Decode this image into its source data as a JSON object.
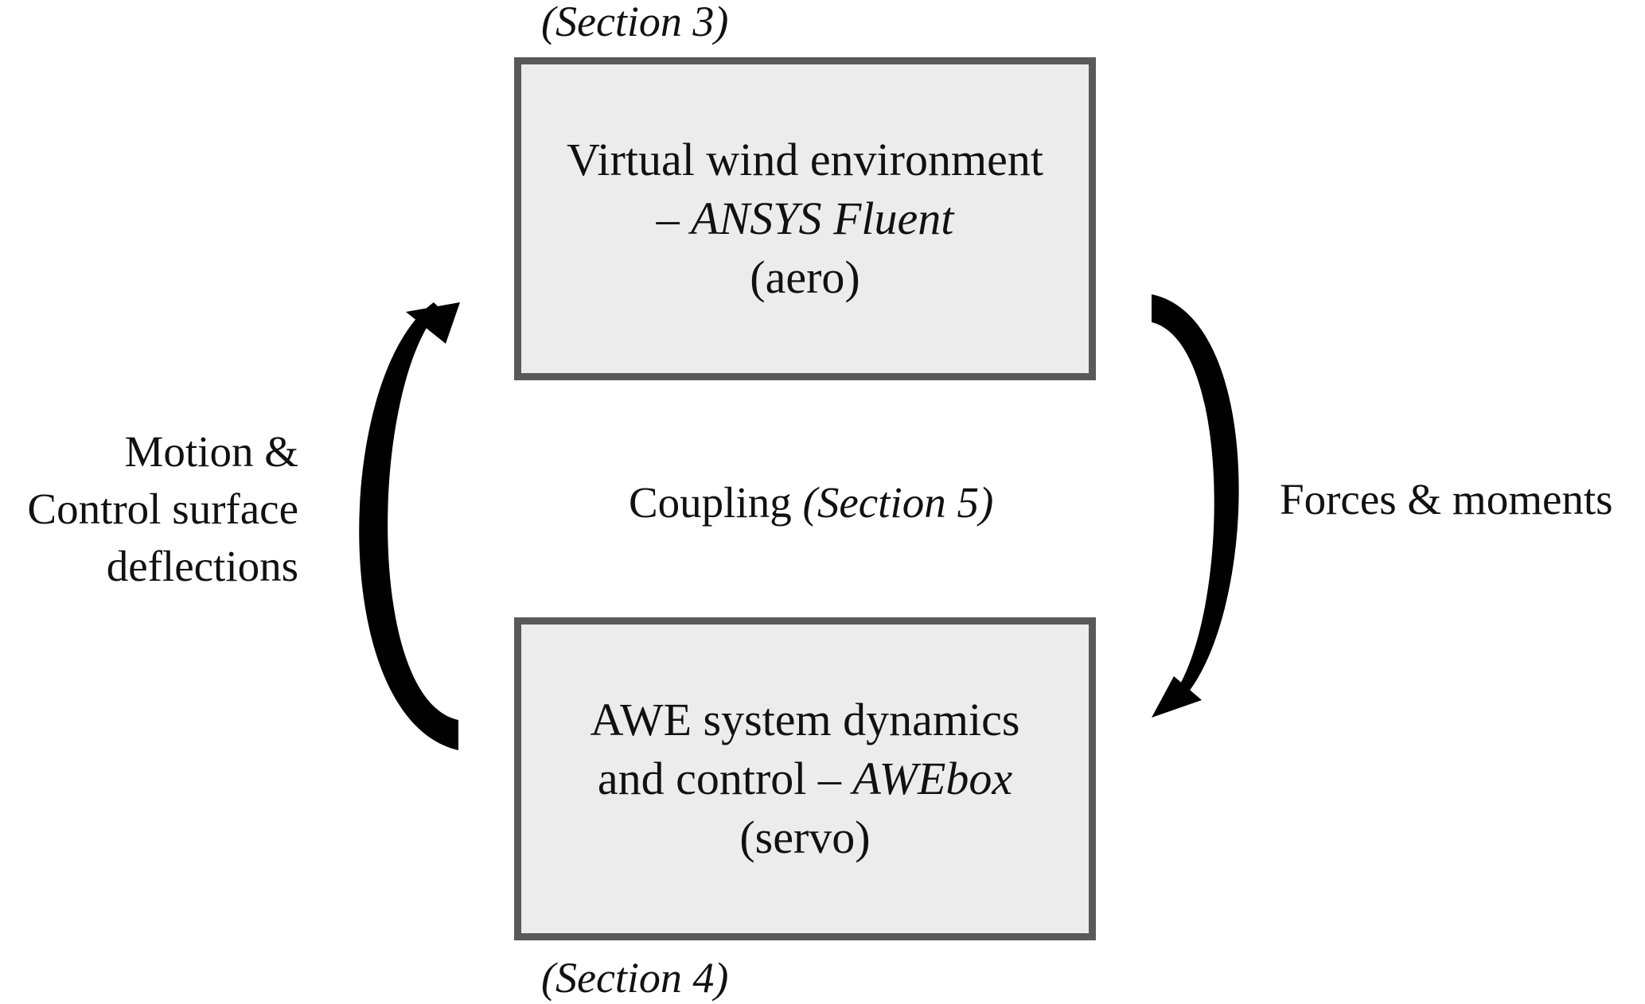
{
  "top_box": {
    "section": "(Section 3)",
    "line1": "Virtual wind environment",
    "line2_prefix": "– ",
    "line2_tool": "ANSYS Fluent",
    "line3": "(aero)"
  },
  "bottom_box": {
    "section": "(Section 4)",
    "line1": "AWE system dynamics",
    "line2_prefix": "and control – ",
    "line2_tool": "AWEbox",
    "line3": "(servo)"
  },
  "center": {
    "label": "Coupling",
    "section": "(Section 5)"
  },
  "left_label": {
    "line1": "Motion &",
    "line2": "Control surface",
    "line3": "deflections"
  },
  "right_label": {
    "line1": "Forces & moments"
  },
  "colors": {
    "box_fill": "#ececec",
    "box_border": "#595959",
    "arrow": "#000000"
  }
}
